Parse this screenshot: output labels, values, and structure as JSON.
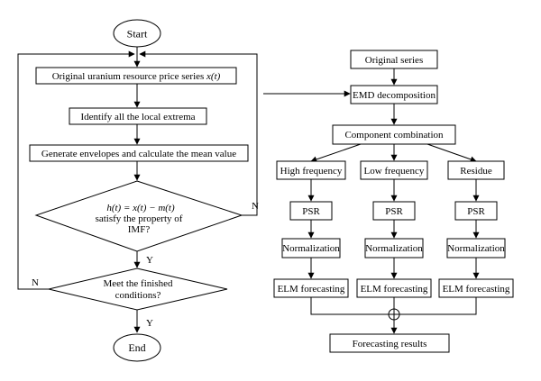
{
  "left_flow": {
    "start": "Start",
    "original_series_prefix": "Original uranium resource price series",
    "original_series_var": "x(t)",
    "identify": "Identify all the local extrema",
    "generate": "Generate envelopes and calculate the mean value",
    "diamond1_line1": "h(t) = x(t) − m(t)",
    "diamond1_line2": "satisfy the property of",
    "diamond1_line3": "IMF?",
    "diamond1_no": "N",
    "diamond1_yes": "Y",
    "diamond2_line1": "Meet the finished",
    "diamond2_line2": "conditions?",
    "diamond2_no": "N",
    "diamond2_yes": "Y",
    "end": "End"
  },
  "right_flow": {
    "original": "Original series",
    "emd": "EMD decomposition",
    "component": "Component combination",
    "branches": [
      {
        "name": "High frequency",
        "psr": "PSR",
        "norm": "Normalization",
        "elm": "ELM forecasting"
      },
      {
        "name": "Low frequency",
        "psr": "PSR",
        "norm": "Normalization",
        "elm": "ELM forecasting"
      },
      {
        "name": "Residue",
        "psr": "PSR",
        "norm": "Normalization",
        "elm": "ELM forecasting"
      }
    ],
    "results": "Forecasting results"
  }
}
